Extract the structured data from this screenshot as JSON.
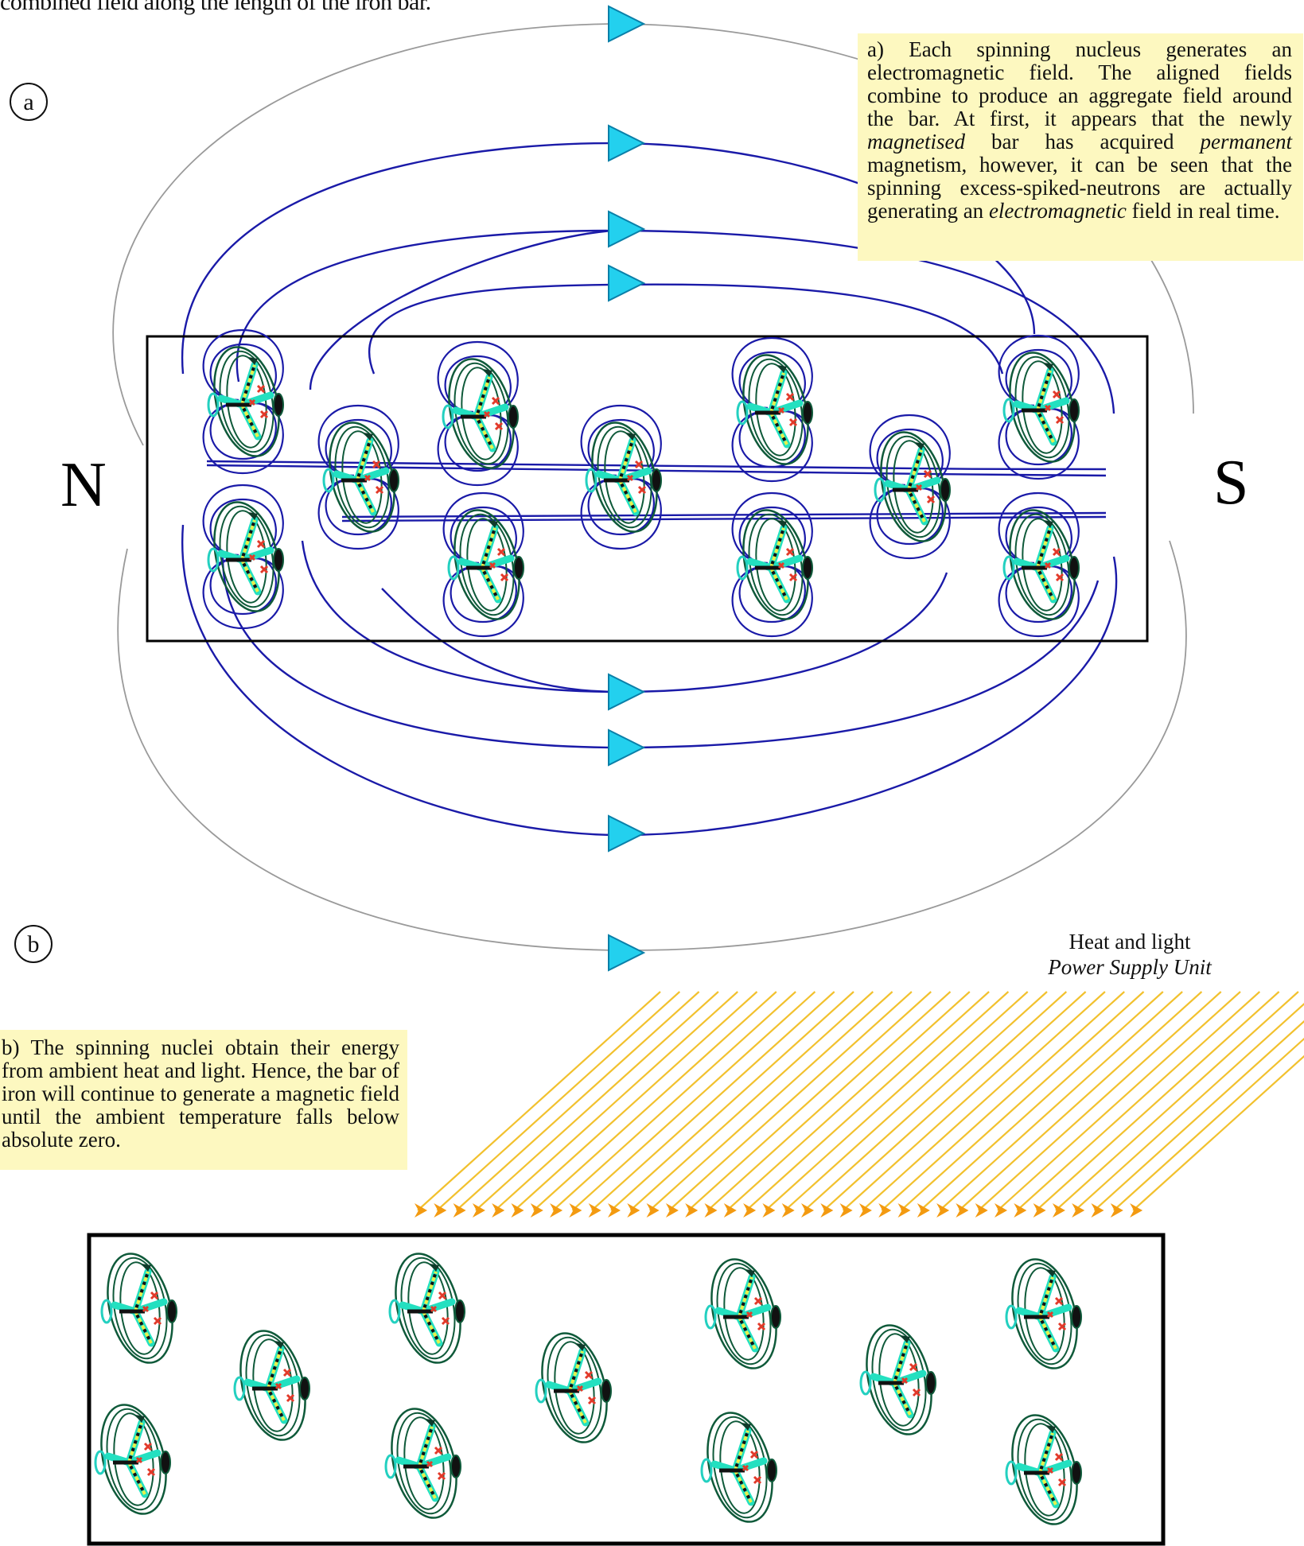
{
  "top_text": "combined field along the length of the iron bar.",
  "label_a": "a",
  "label_b": "b",
  "pole_north": "N",
  "pole_south": "S",
  "caption_a": {
    "t1": "a) Each spinning nucleus generates an electromagnetic field. The aligned fields combine to produce an aggregate field around the bar. At first, it appears that the newly ",
    "i1": "magnetised",
    "t2": " bar has acquired ",
    "i2": "permanent",
    "t3": " magnetism, however, it can be seen that the spinning excess-spiked-neutrons are actually generating an ",
    "i3": "electromagnetic",
    "t4": " field in real time."
  },
  "caption_b": "b) The spinning nuclei obtain their energy from ambient heat and light. Hence, the bar of iron will continue to generate a magnetic field until the ambient temperature falls below absolute zero.",
  "power_supply": {
    "line1": "Heat and light",
    "line2": "Power Supply Unit"
  },
  "colors": {
    "field_line": "#1a1aa8",
    "outer_field_line": "#9a9a9a",
    "arrow_fill": "#23d0ee",
    "arrow_stroke": "#0a7fa8",
    "ray": "#f2c12e",
    "ray_head": "#f39a10",
    "nucleus_ring": "#0f5a3a",
    "nucleus_core": "#23e0c0",
    "caption_bg": "#fdf8c0"
  },
  "icons": [
    "spinning-nucleus-icon",
    "field-direction-arrow-icon",
    "heat-ray-icon"
  ]
}
